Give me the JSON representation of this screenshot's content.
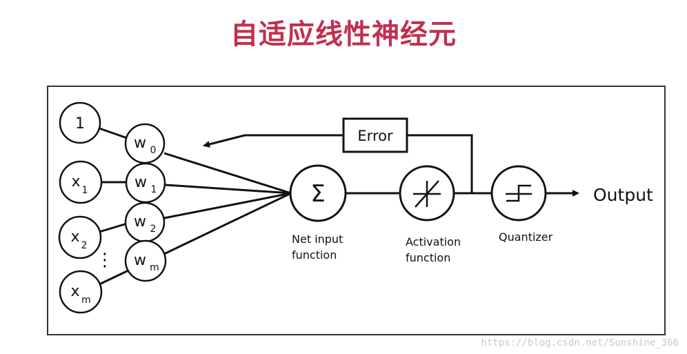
{
  "title": "自适应线性神经元",
  "colors": {
    "title": "#c0304f",
    "stroke": "#111111",
    "watermark": "#c9c9c9"
  },
  "inputs": [
    {
      "main": "1",
      "sub": ""
    },
    {
      "main": "x",
      "sub": "1"
    },
    {
      "main": "x",
      "sub": "2"
    },
    {
      "main": "x",
      "sub": "m"
    }
  ],
  "weights": [
    {
      "main": "w",
      "sub": "0"
    },
    {
      "main": "w",
      "sub": "1"
    },
    {
      "main": "w",
      "sub": "2"
    },
    {
      "main": "w",
      "sub": "m"
    }
  ],
  "ellipsis": "⋮",
  "sum_symbol": "Σ",
  "net_input_label": [
    "Net input",
    "function"
  ],
  "activation_label": [
    "Activation",
    "function"
  ],
  "quantizer_label": "Quantizer",
  "error_label": "Error",
  "output_label": "Output",
  "watermark": "https://blog.csdn.net/Sunshine_366"
}
